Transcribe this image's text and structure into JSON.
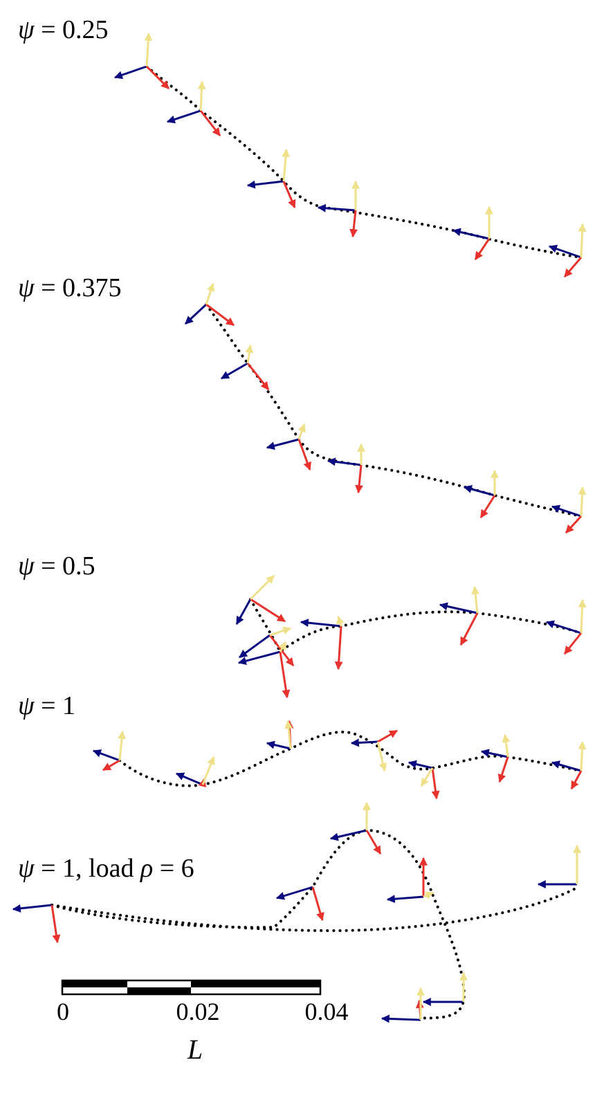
{
  "colors": {
    "blue_axis": "#0a0a80",
    "red_axis": "#e8322d",
    "yellow_axis": "#efe08a",
    "curve": "#000000"
  },
  "panels": [
    {
      "id": "psi-025",
      "psi_symbol": "ψ",
      "label_rest": " = 0.25"
    },
    {
      "id": "psi-0375",
      "psi_symbol": "ψ",
      "label_rest": " = 0.375"
    },
    {
      "id": "psi-05",
      "psi_symbol": "ψ",
      "label_rest": " = 0.5"
    },
    {
      "id": "psi-1",
      "psi_symbol": "ψ",
      "label_rest": " = 1"
    },
    {
      "id": "psi-1-load",
      "psi_symbol": "ψ",
      "label_mid": " = 1, load ",
      "rho_symbol": "ρ",
      "label_end": " = 6"
    }
  ],
  "scale_bar": {
    "ticks": [
      "0",
      "0.02",
      "0.04"
    ],
    "axis_label": "L"
  }
}
